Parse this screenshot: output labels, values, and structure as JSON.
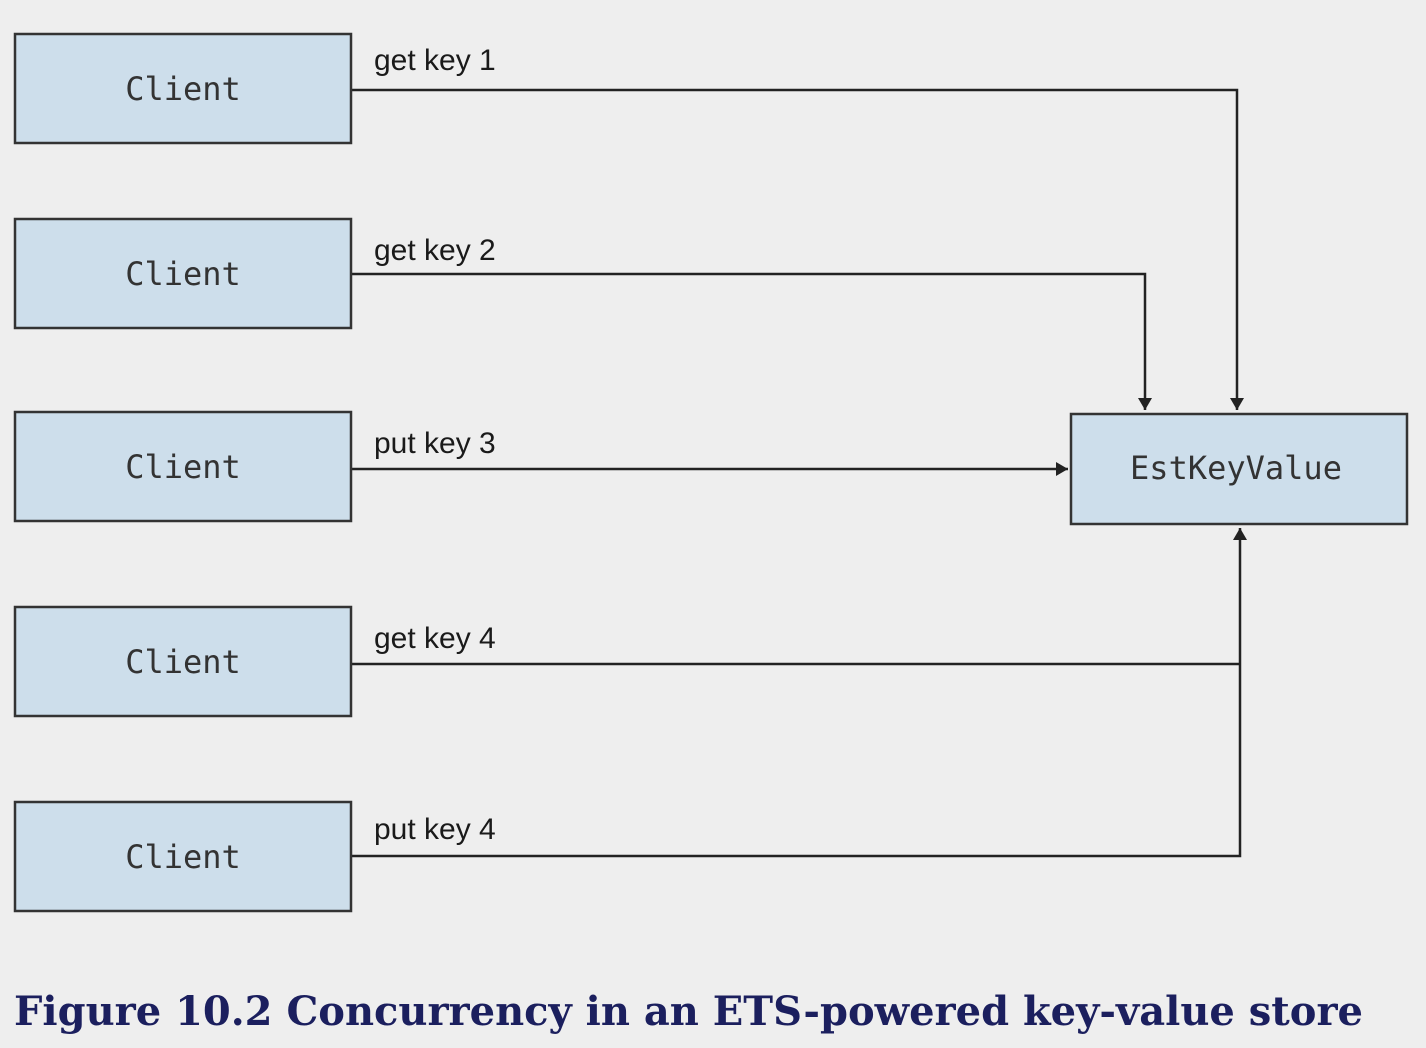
{
  "colors": {
    "box_fill": "#cddeeb",
    "box_stroke": "#333333",
    "edge": "#222222",
    "caption": "#1b1f5e"
  },
  "nodes": {
    "clients": [
      {
        "label": "Client"
      },
      {
        "label": "Client"
      },
      {
        "label": "Client"
      },
      {
        "label": "Client"
      },
      {
        "label": "Client"
      }
    ],
    "server": {
      "label": "EstKeyValue"
    }
  },
  "edges": [
    {
      "from": "client-1",
      "to": "server",
      "label": "get key 1"
    },
    {
      "from": "client-2",
      "to": "server",
      "label": "get key 2"
    },
    {
      "from": "client-3",
      "to": "server",
      "label": "put key 3"
    },
    {
      "from": "client-4",
      "to": "server",
      "label": "get key 4"
    },
    {
      "from": "client-5",
      "to": "server",
      "label": "put key 4"
    }
  ],
  "caption": "Figure 10.2 Concurrency in an ETS-powered key-value store"
}
